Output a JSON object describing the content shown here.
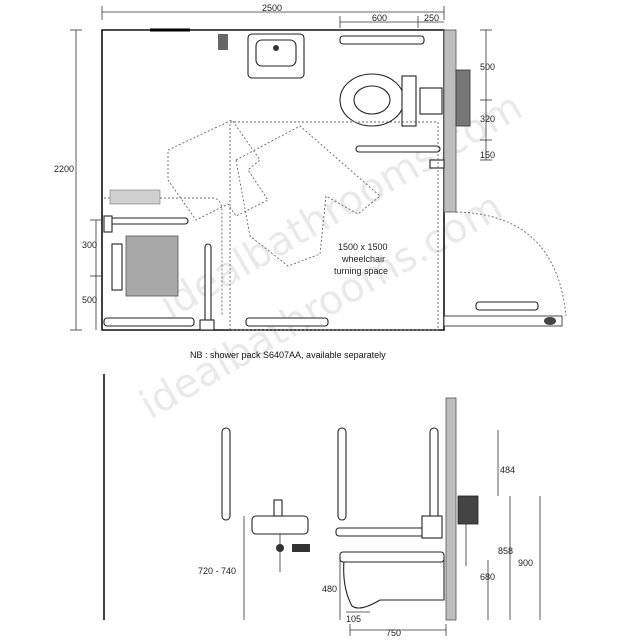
{
  "plan": {
    "dim_width_total": "2500",
    "dim_600": "600",
    "dim_250": "250",
    "dim_height_total": "2200",
    "dim_500_top": "500",
    "dim_320": "320",
    "dim_150": "150",
    "dim_300": "300",
    "dim_500_left": "500",
    "turning_line1": "1500 x 1500",
    "turning_line2": "wheelchair",
    "turning_line3": "turning space"
  },
  "note": "NB : shower pack S6407AA, available separately",
  "elevation": {
    "dim_484": "484",
    "dim_858": "858",
    "dim_900": "900",
    "dim_680": "680",
    "dim_720_740": "720 - 740",
    "dim_480": "480",
    "dim_105": "105",
    "dim_750": "750"
  },
  "watermark": "idealbathrooms.com"
}
